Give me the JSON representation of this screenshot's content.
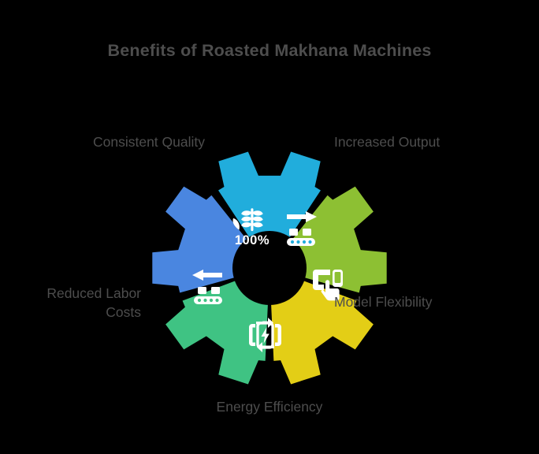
{
  "page": {
    "title": "Benefits of Roasted Makhana Machines",
    "background_color": "#000000",
    "title_color": "#4d4d4d",
    "label_color": "#4d4d4d",
    "hub_color": "#000000",
    "separator_color": "#ffffff",
    "icon_color": "#ffffff"
  },
  "chart_data": {
    "type": "pie",
    "title": "Benefits of Roasted Makhana Machines",
    "subtitle": "",
    "xlabel": "",
    "ylabel": "",
    "legend_position": "around",
    "grid": false,
    "shape": "gear-donut",
    "segment_count": 5,
    "categories": [
      "Consistent Quality",
      "Increased Output",
      "Model Flexibility",
      "Energy Efficiency",
      "Reduced Labor Costs"
    ],
    "values": [
      20,
      20,
      20,
      20,
      20
    ],
    "colors": [
      "#4A86E0",
      "#21ADDC",
      "#8DC033",
      "#E3CE16",
      "#3FC383"
    ],
    "segments": [
      {
        "label": "Consistent Quality",
        "color": "#4A86E0",
        "icon": "wheat-grain-icon",
        "icon_text": "100%",
        "position": "top-left",
        "start_angle": 252,
        "end_angle": 324
      },
      {
        "label": "Increased Output",
        "color": "#21ADDC",
        "icon": "conveyor-arrow-right-icon",
        "icon_text": "",
        "position": "top-right",
        "start_angle": 324,
        "end_angle": 36
      },
      {
        "label": "Model Flexibility",
        "color": "#8DC033",
        "icon": "device-hand-select-icon",
        "icon_text": "",
        "position": "right",
        "start_angle": 36,
        "end_angle": 108
      },
      {
        "label": "Energy Efficiency",
        "color": "#E3CE16",
        "icon": "battery-recycle-icon",
        "icon_text": "",
        "position": "bottom",
        "start_angle": 108,
        "end_angle": 180
      },
      {
        "label": "Reduced Labor Costs",
        "color": "#3FC383",
        "icon": "conveyor-arrow-left-icon",
        "icon_text": "",
        "position": "left",
        "start_angle": 180,
        "end_angle": 252
      }
    ]
  },
  "labels": {
    "consistent_quality": "Consistent Quality",
    "increased_output": "Increased Output",
    "model_flexibility": "Model Flexibility",
    "energy_efficiency": "Energy Efficiency",
    "reduced_labor_costs": "Reduced Labor\nCosts"
  },
  "icon_texts": {
    "hundred_percent": "100%"
  }
}
